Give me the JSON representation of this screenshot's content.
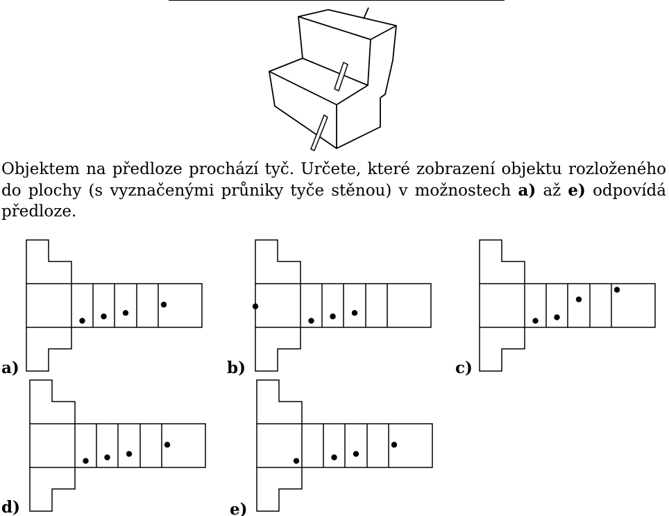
{
  "task": {
    "text_1": "Objektem na předloze prochází tyč. Určete, které zobrazení objektu rozloženého do plochy (s vyznačenými průniky tyče stěnou) v možnostech ",
    "bold_a": "a)",
    "text_2": " až ",
    "bold_e": "e)",
    "text_3": " odpovídá předloze."
  },
  "options": [
    {
      "label": "a)",
      "dots": [
        [
          1,
          0.85
        ],
        [
          2,
          0.75
        ],
        [
          3,
          0.67
        ],
        [
          5,
          0.48
        ]
      ]
    },
    {
      "label": "b)",
      "dots": [
        [
          1,
          0.85
        ],
        [
          2,
          0.75
        ],
        [
          3,
          0.67
        ],
        [
          6,
          0.52
        ]
      ]
    },
    {
      "label": "c)",
      "dots": [
        [
          1,
          0.85
        ],
        [
          2,
          0.77
        ],
        [
          3,
          0.36
        ],
        [
          5,
          0.14
        ]
      ]
    },
    {
      "label": "d)",
      "dots": [
        [
          1,
          0.85
        ],
        [
          2,
          0.77
        ],
        [
          3,
          0.69
        ],
        [
          5,
          0.48
        ]
      ]
    },
    {
      "label": "e)",
      "dots": [
        [
          0,
          0.85
        ],
        [
          2,
          0.77
        ],
        [
          3,
          0.69
        ],
        [
          5,
          0.48
        ]
      ]
    }
  ]
}
